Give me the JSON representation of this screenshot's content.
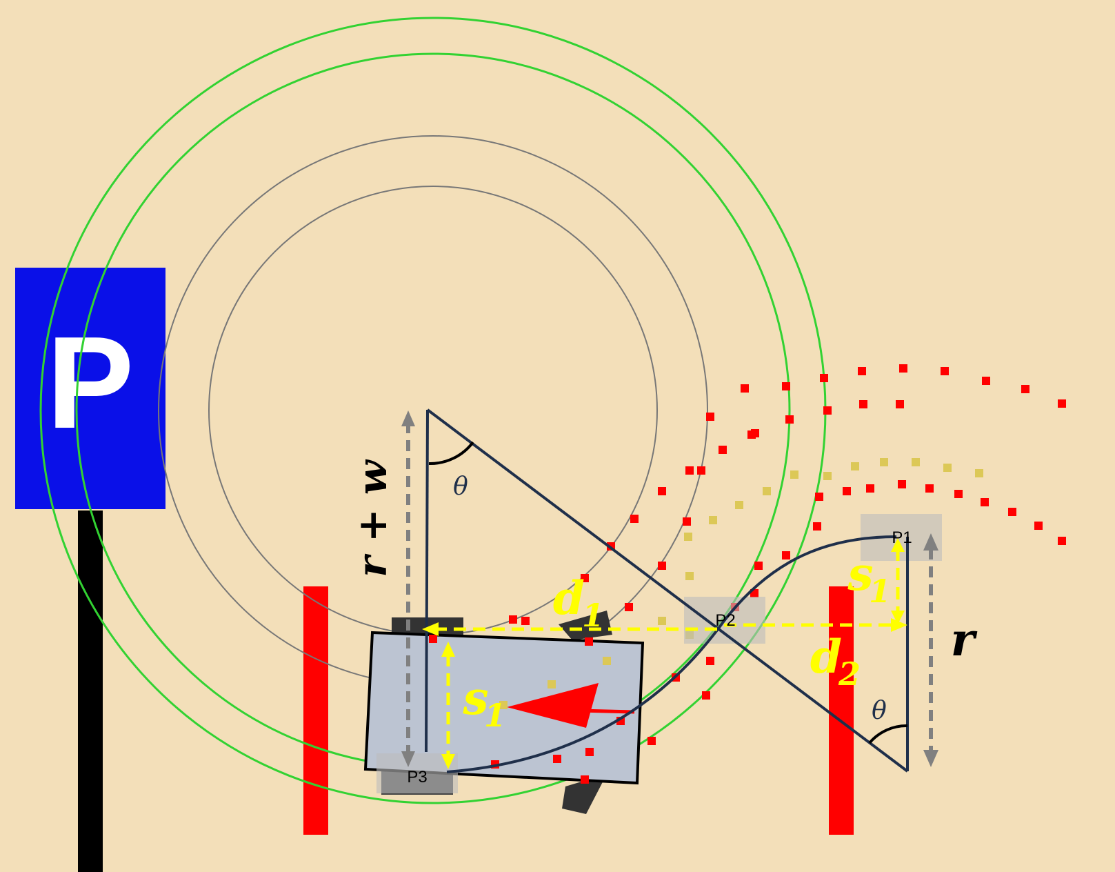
{
  "sign": {
    "letter": "P"
  },
  "points": {
    "p1": "P1",
    "p2": "P2",
    "p3": "P3"
  },
  "labels": {
    "theta": "θ",
    "r_plus_w": "r + w",
    "r": "r",
    "d1": "d",
    "d1_sub": "1",
    "d2": "d",
    "d2_sub": "2",
    "s1": "s",
    "s1_sub": "1"
  },
  "colors": {
    "background": "#F3DFB9",
    "sign": "#0A10E8",
    "barrier": "#FF0000",
    "green_circle": "#32D232",
    "gray_circle": "#808080",
    "construction": "#1F2F4A",
    "yellow": "#FFFF00",
    "dots": "#FF0000",
    "car": "#BCC4D2"
  }
}
